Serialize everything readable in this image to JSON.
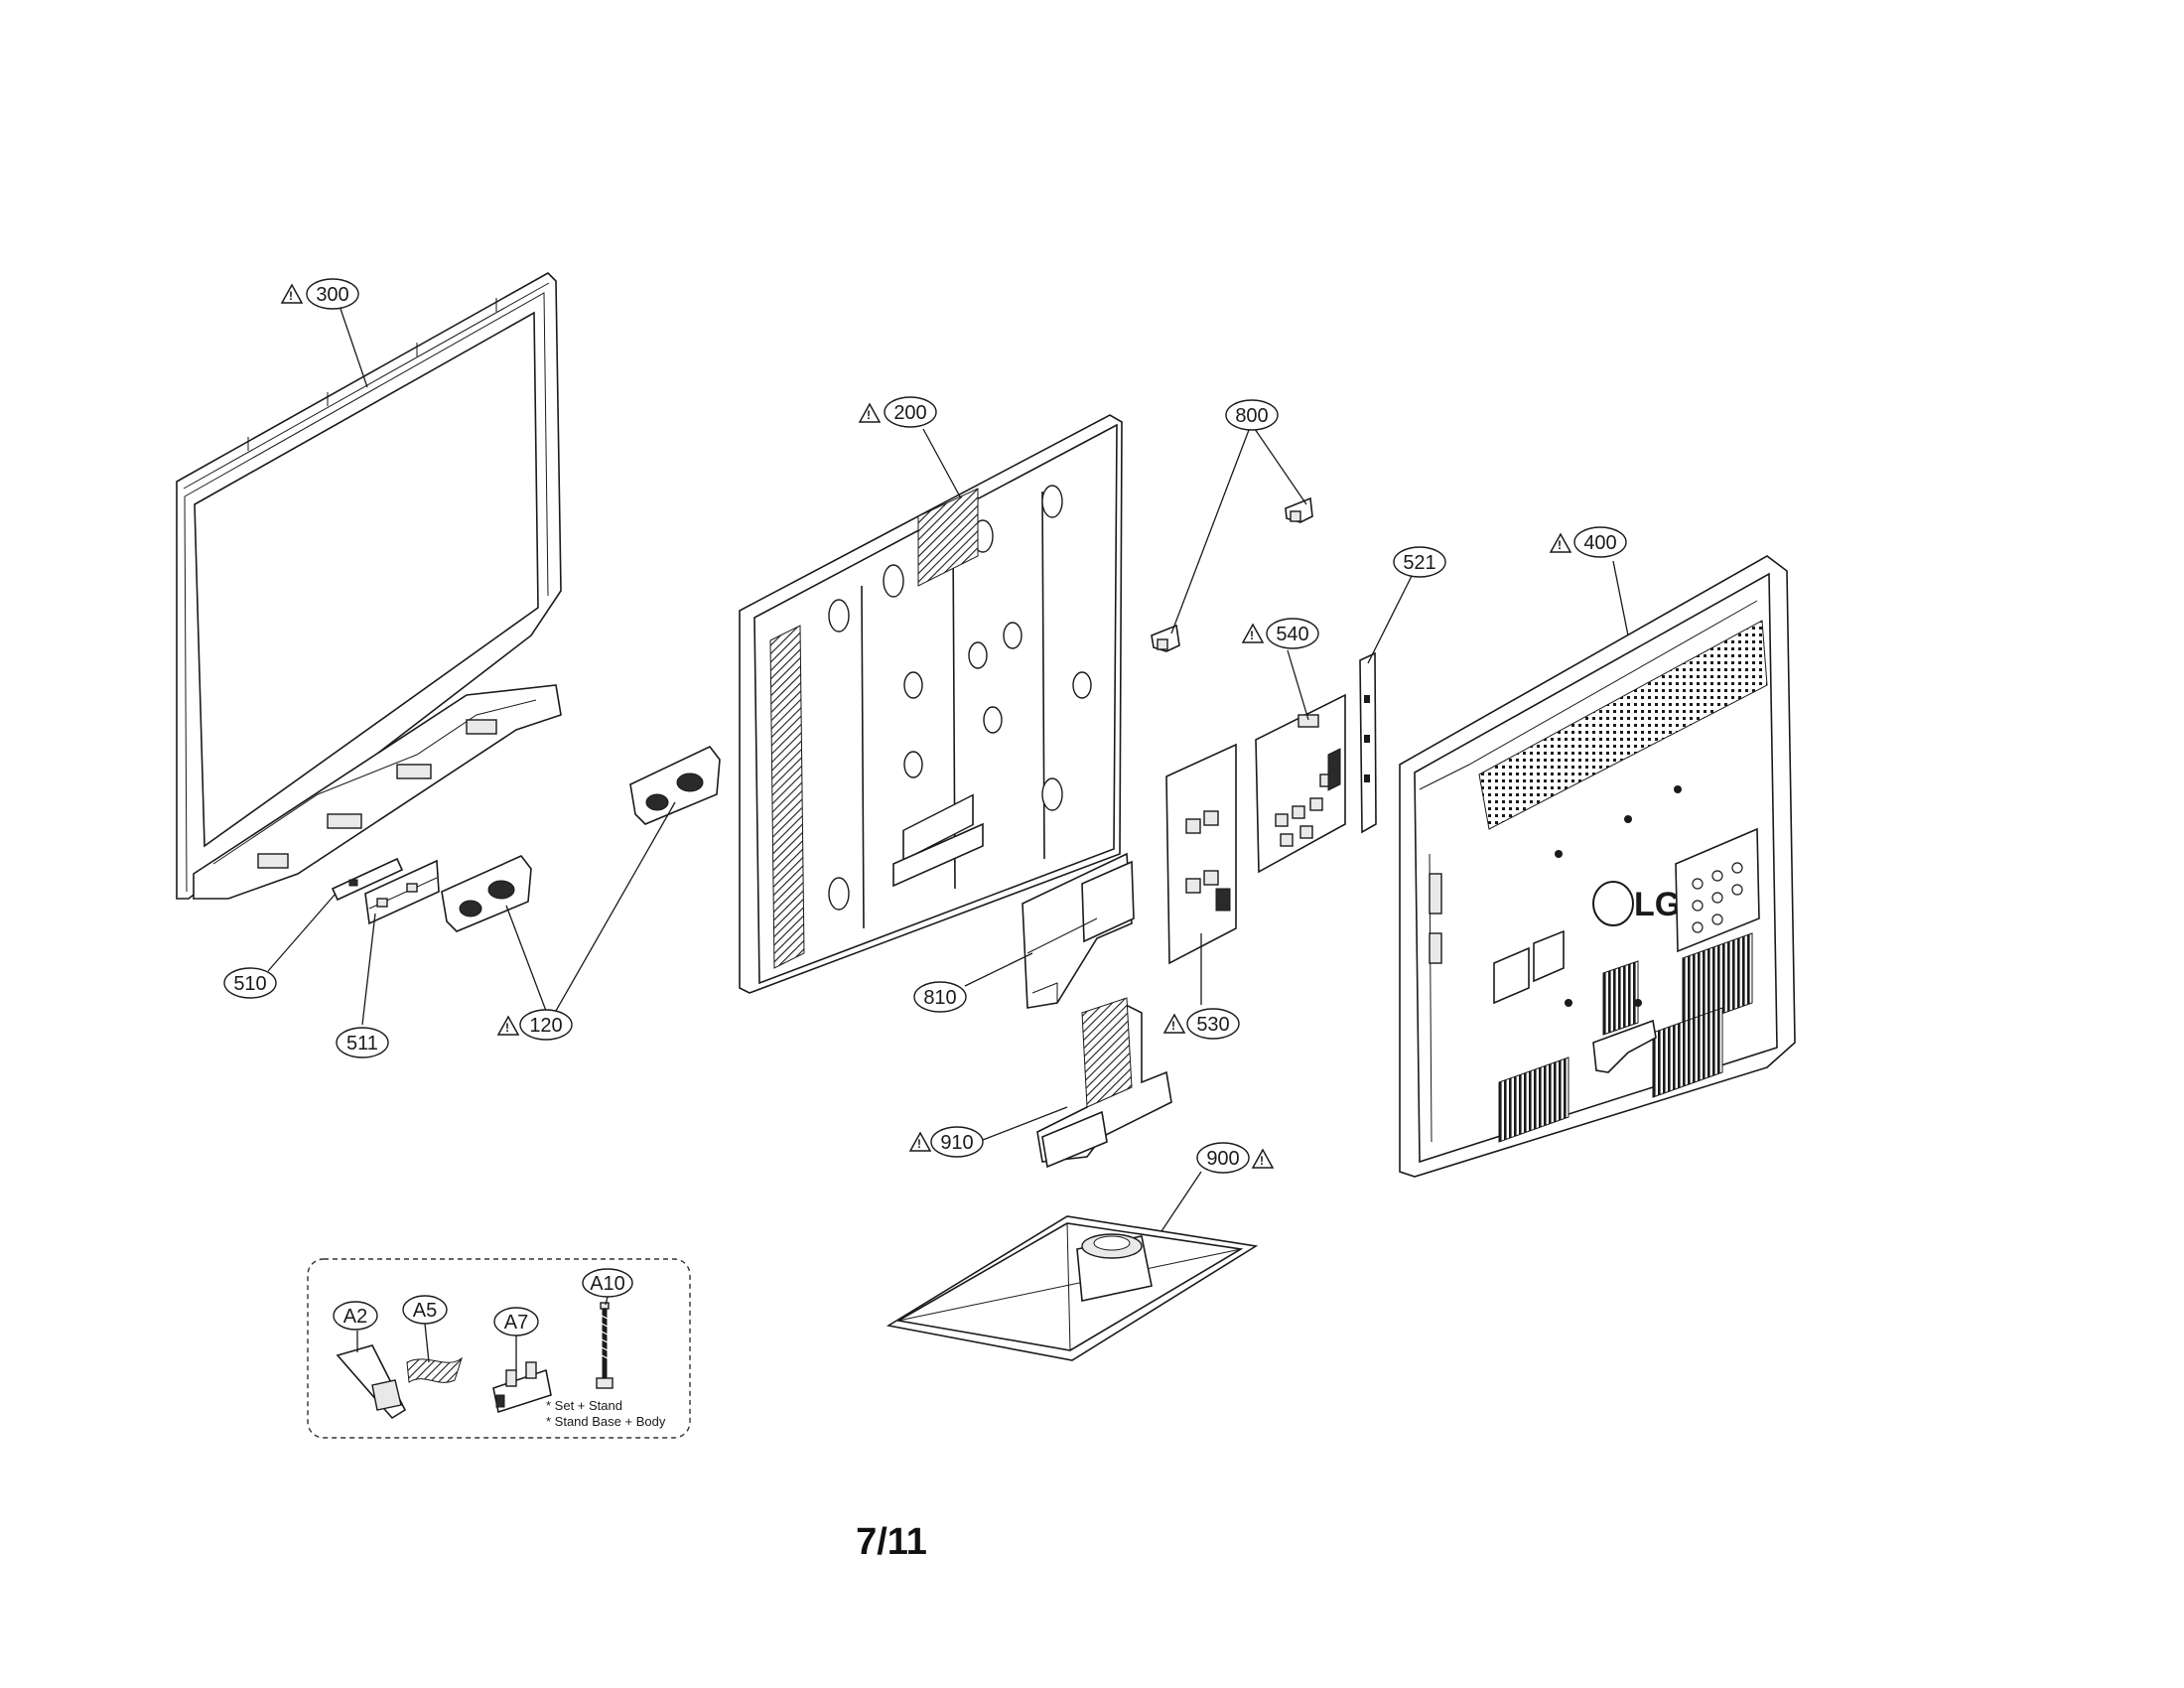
{
  "diagram": {
    "page_number": "7/11",
    "logo": "LG",
    "accessory_notes": [
      "* Set + Stand",
      "* Stand Base + Body"
    ],
    "callouts": [
      {
        "id": "c300",
        "label": "300",
        "safety": true
      },
      {
        "id": "c200",
        "label": "200",
        "safety": true
      },
      {
        "id": "c800",
        "label": "800",
        "safety": false
      },
      {
        "id": "c400",
        "label": "400",
        "safety": true
      },
      {
        "id": "c521",
        "label": "521",
        "safety": false
      },
      {
        "id": "c540",
        "label": "540",
        "safety": true
      },
      {
        "id": "c510",
        "label": "510",
        "safety": false
      },
      {
        "id": "c511",
        "label": "511",
        "safety": false
      },
      {
        "id": "c120",
        "label": "120",
        "safety": true
      },
      {
        "id": "c810",
        "label": "810",
        "safety": false
      },
      {
        "id": "c530",
        "label": "530",
        "safety": true
      },
      {
        "id": "c910",
        "label": "910",
        "safety": true
      },
      {
        "id": "c900",
        "label": "900",
        "safety": true
      },
      {
        "id": "cA2",
        "label": "A2",
        "safety": false
      },
      {
        "id": "cA5",
        "label": "A5",
        "safety": false
      },
      {
        "id": "cA7",
        "label": "A7",
        "safety": false
      },
      {
        "id": "cA10",
        "label": "A10",
        "safety": false
      }
    ]
  }
}
